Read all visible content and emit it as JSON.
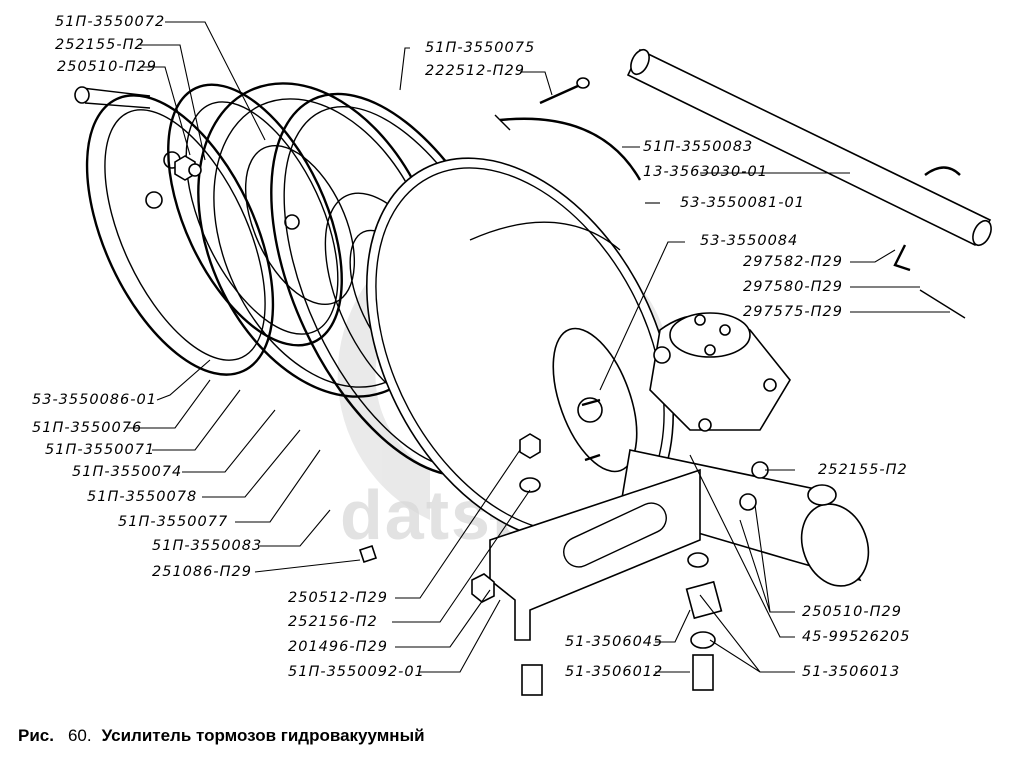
{
  "figure": {
    "caption_prefix": "Рис.",
    "caption_number": "60.",
    "caption_title": "Усилитель тормозов гидровакуумный",
    "watermark_text": "datsparts"
  },
  "labels": {
    "l01": "51П-3550072",
    "l02": "252155-П2",
    "l03": "250510-П29",
    "l04": "51П-3550075",
    "l05": "222512-П29",
    "l06": "51П-3550083",
    "l07": "13-3563030-01",
    "l08": "53-3550081-01",
    "l09": "53-3550084",
    "l10": "297582-П29",
    "l11": "297580-П29",
    "l12": "297575-П29",
    "l13": "53-3550086-01",
    "l14": "51П-3550076",
    "l15": "51П-3550071",
    "l16": "51П-3550074",
    "l17": "51П-3550078",
    "l18": "51П-3550077",
    "l19": "51П-3550083",
    "l20": "251086-П29",
    "l21": "252155-П2",
    "l22": "250512-П29",
    "l23": "252156-П2",
    "l24": "201496-П29",
    "l25": "51П-3550092-01",
    "l26": "51-3506045",
    "l27": "51-3506012",
    "l28": "250510-П29",
    "l29": "45-99526205",
    "l30": "51-3506013"
  }
}
